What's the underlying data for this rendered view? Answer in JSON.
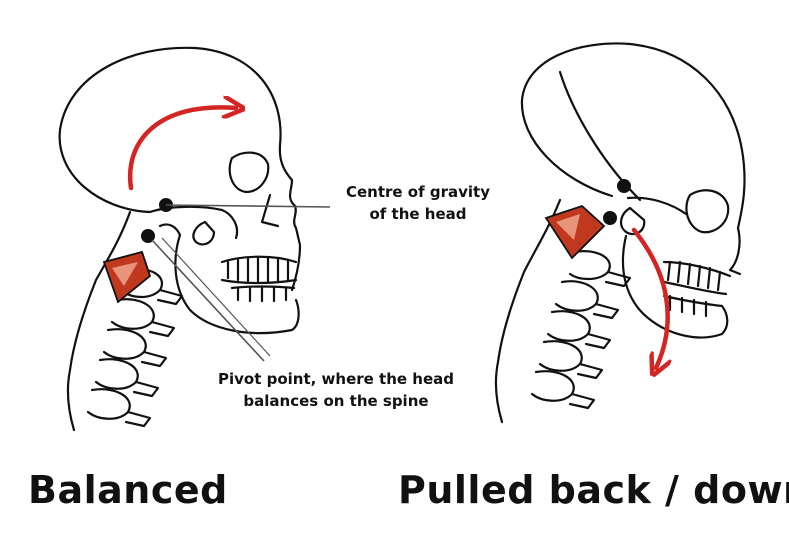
{
  "labels": {
    "centre_of_gravity": [
      "Centre of gravity",
      "of the head"
    ],
    "pivot_point": [
      "Pivot point, where the head",
      "balances on the spine"
    ]
  },
  "captions": {
    "left": "Balanced",
    "right": "Pulled back / down"
  },
  "colors": {
    "arrow": "#d42525",
    "muscle": "#c0391f",
    "ink": "#111111"
  },
  "icons": {
    "left_figure": "skull-neck-balanced-icon",
    "right_figure": "skull-neck-tilted-icon",
    "rotation_arrow": "curved-arrow-icon"
  }
}
